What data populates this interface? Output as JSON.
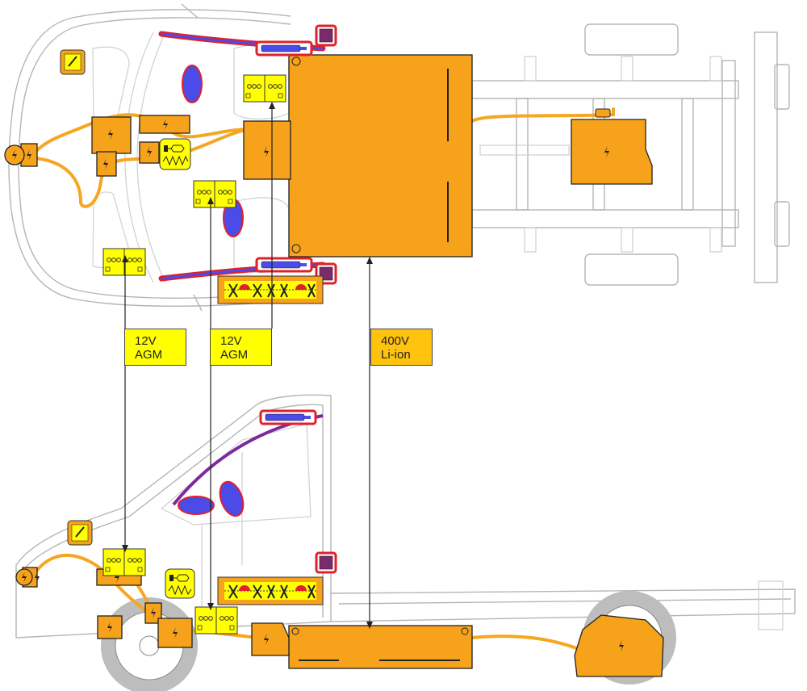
{
  "title": "Vehicle rescue sheet – high-voltage and battery locations",
  "labels": {
    "battery_12v_front": {
      "line1": "12V",
      "line2": "AGM"
    },
    "battery_12v_seat": {
      "line1": "12V",
      "line2": "AGM"
    },
    "battery_hv": {
      "line1": "400V",
      "line2": "Li-ion"
    }
  },
  "colors": {
    "high_voltage": "#f7a21b",
    "battery_12v": "#ffff00",
    "hv_label": "#ffc20e",
    "airbag": "#4b4be8",
    "airbag_border": "#e0202a",
    "outline": "#b5b5b5"
  },
  "icons": [
    "high-voltage-bolt-icon",
    "12v-battery-icon",
    "airbag-icon",
    "curtain-airbag-icon",
    "seatbelt-pretensioner-icon",
    "fuse-service-disconnect-icon",
    "gas-strut-icon",
    "control-unit-icon"
  ]
}
